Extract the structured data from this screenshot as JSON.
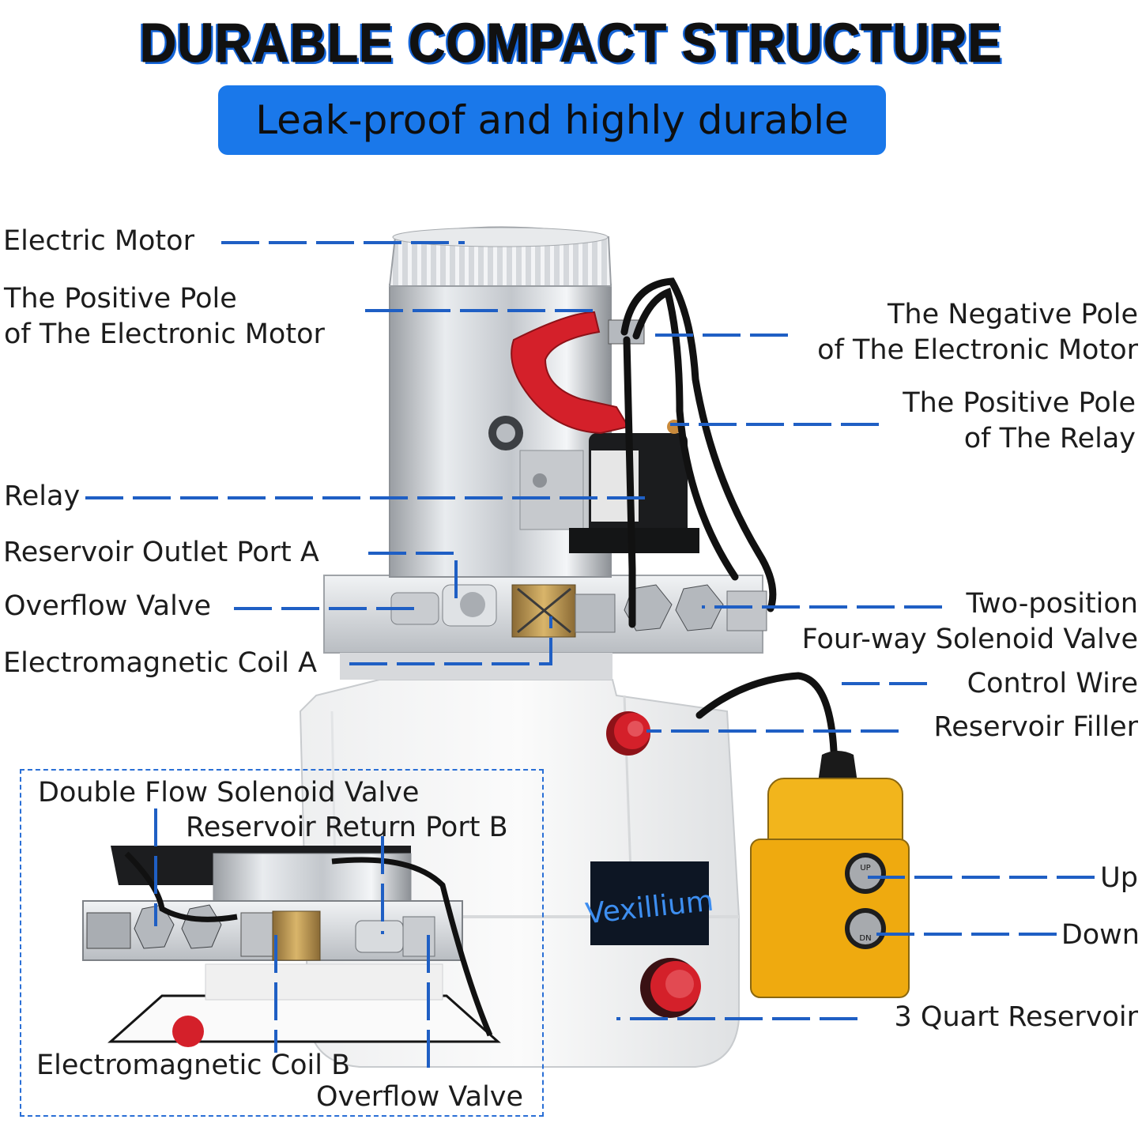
{
  "header": {
    "headline": "DURABLE COMPACT STRUCTURE",
    "banner": "Leak-proof and highly durable"
  },
  "brand": {
    "logo_text": "Vexillium"
  },
  "controller": {
    "up_text": "UP",
    "down_text": "DN"
  },
  "colors": {
    "accent_blue": "#1a78ea",
    "leader_blue": "#1f5fc4",
    "cap_red": "#d4202a",
    "remote_yellow": "#f2b51c"
  },
  "labels": {
    "electric_motor": "Electric Motor",
    "positive_pole_motor_1": "The Positive Pole",
    "positive_pole_motor_2": "of The Electronic Motor",
    "relay": "Relay",
    "reservoir_outlet_port_a": "Reservoir Outlet Port A",
    "overflow_valve": "Overflow Valve",
    "electromagnetic_coil_a": "Electromagnetic Coil A",
    "negative_pole_motor_1": "The Negative Pole",
    "negative_pole_motor_2": "of The Electronic Motor",
    "positive_pole_relay_1": "The Positive Pole",
    "positive_pole_relay_2": "of The Relay",
    "two_position_1": "Two-position",
    "two_position_2": "Four-way Solenoid Valve",
    "control_wire": "Control Wire",
    "reservoir_filler": "Reservoir Filler",
    "up": "Up",
    "down": "Down",
    "reservoir_3qt": "3 Quart Reservoir"
  },
  "inset": {
    "double_flow_valve": "Double Flow Solenoid Valve",
    "reservoir_return_port_b": "Reservoir Return Port B",
    "electromagnetic_coil_b": "Electromagnetic Coil B",
    "overflow_valve": "Overflow Valve"
  }
}
